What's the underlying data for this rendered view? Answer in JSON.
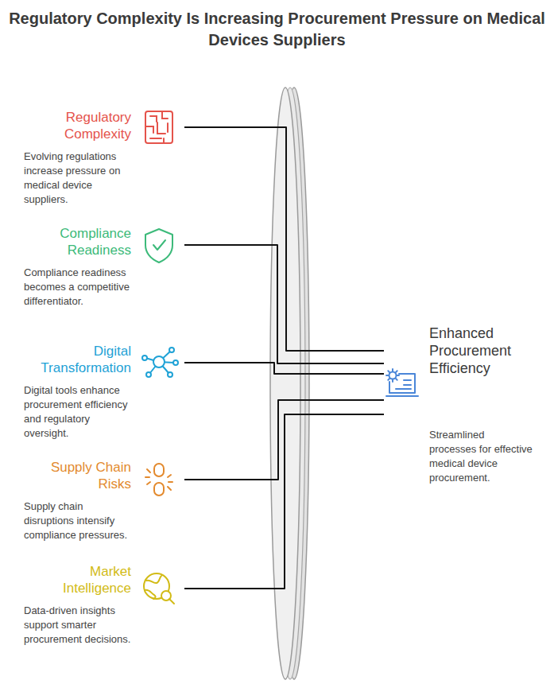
{
  "diagram": {
    "title": "Regulatory Complexity Is Increasing Procurement Pressure on Medical Devices Suppliers",
    "nodes": [
      {
        "text": [
          "Regulatory Complexity",
          "Evolving regulations increase pressure on medical device suppliers."
        ]
      },
      {
        "text": [
          "Compliance Readiness",
          "Compliance readiness becomes a competitive differentiator."
        ]
      },
      {
        "text": [
          "Digital Transformation",
          "Digital tools enhance procurement efficiency and regulatory oversight."
        ]
      },
      {
        "text": [
          "Supply Chain Risks",
          "Supply chain disruptions intensify compliance pressures."
        ]
      },
      {
        "text": [
          "Market Intelligence",
          "Data-driven insights support smarter procurement decisions."
        ]
      },
      {
        "text": [
          "Enhanced Procurement Efficiency",
          "Streamlined processes for effective medical device procurement."
        ]
      }
    ],
    "edges": [
      {
        "from": 0,
        "to": 5,
        "arrow": "none"
      },
      {
        "from": 1,
        "to": 5,
        "arrow": "none"
      },
      {
        "from": 2,
        "to": 5,
        "arrow": "none"
      },
      {
        "from": 3,
        "to": 5,
        "arrow": "none"
      },
      {
        "from": 4,
        "to": 5,
        "arrow": "none"
      }
    ]
  }
}
